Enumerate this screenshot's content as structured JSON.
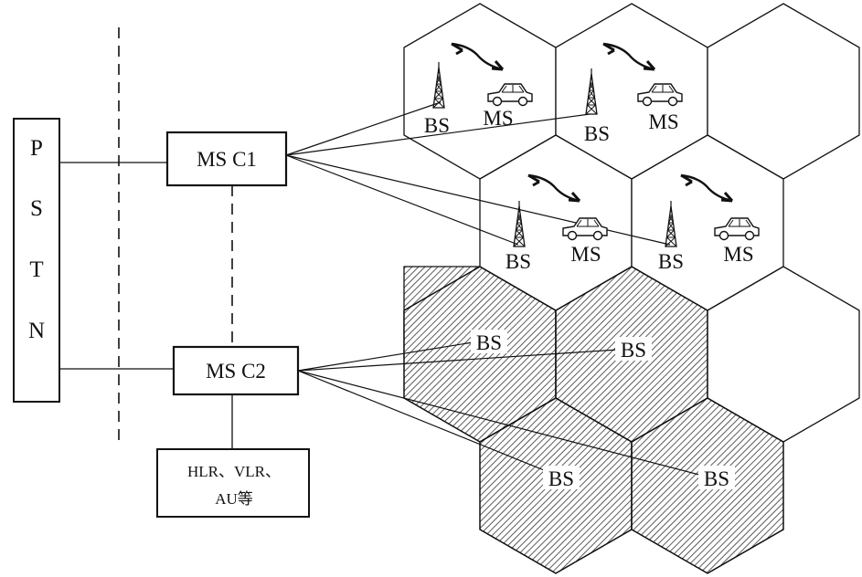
{
  "pstn": {
    "letters": [
      "P",
      "S",
      "T",
      "N"
    ]
  },
  "msc1": {
    "label": "MS C1"
  },
  "msc2": {
    "label": "MS C2"
  },
  "registers": {
    "line1": "HLR、VLR、",
    "line2": "AU等"
  },
  "cells_active": [
    {
      "bs_label": "BS",
      "ms_label": "MS"
    },
    {
      "bs_label": "BS",
      "ms_label": "MS"
    },
    {
      "bs_label": "BS",
      "ms_label": "MS"
    },
    {
      "bs_label": "BS",
      "ms_label": "MS"
    }
  ],
  "cells_shaded": [
    {
      "bs_label": "BS"
    },
    {
      "bs_label": "BS"
    },
    {
      "bs_label": "BS"
    },
    {
      "bs_label": "BS"
    }
  ],
  "colors": {
    "line": "#111111",
    "background": "#ffffff",
    "hatch": "#333333"
  },
  "icons": {
    "tower": "bs-tower-icon",
    "car": "ms-car-icon",
    "link": "radio-link-icon"
  }
}
